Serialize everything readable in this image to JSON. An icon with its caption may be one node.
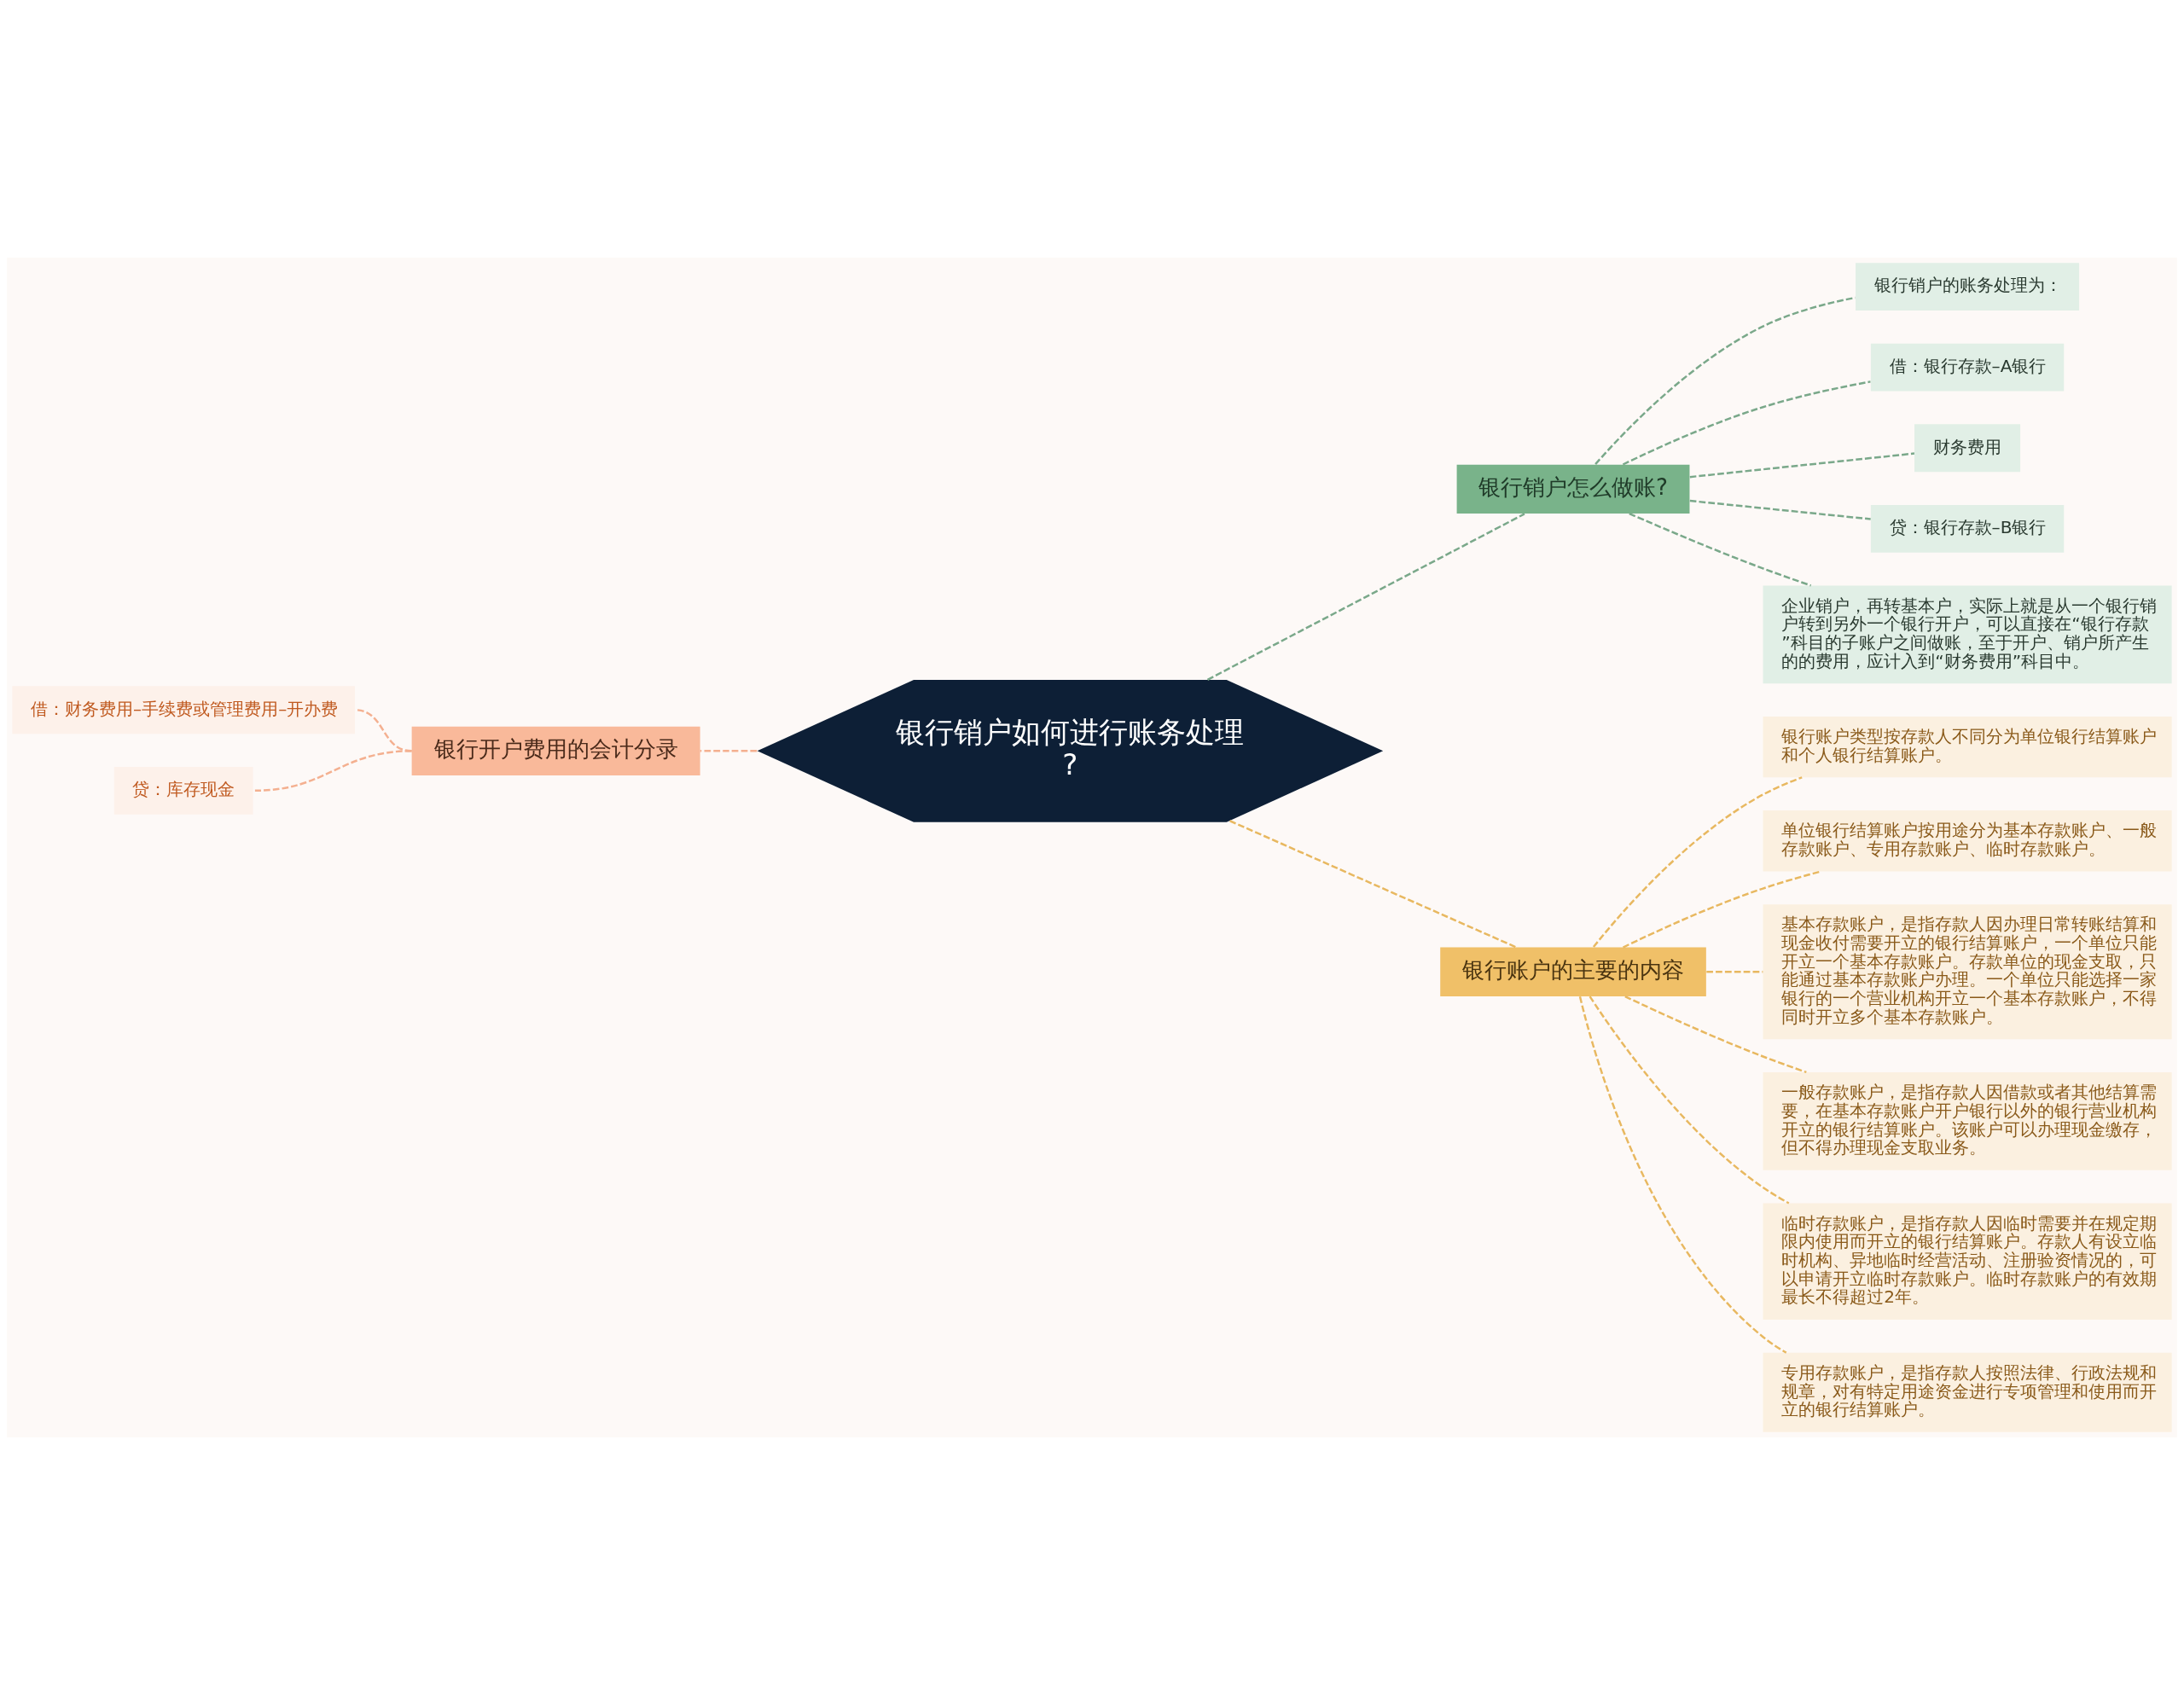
{
  "diagram": {
    "nodes": [
      {
        "text": [
          "银行销户如何进行账务处理?"
        ]
      },
      {
        "text": [
          "银行销户怎么做账?"
        ]
      },
      {
        "text": [
          "银行销户的账务处理为："
        ]
      },
      {
        "text": [
          "借：银行存款–A银行"
        ]
      },
      {
        "text": [
          "财务费用"
        ]
      },
      {
        "text": [
          "贷：银行存款–B银行"
        ]
      },
      {
        "text": [
          "企业销户，再转基本户，实际上就是从一个银行销户转到另外一个银行开户，可以直接在“银行存款”科目的子账户之间做账，至于开户、销户所产生的的费用，应计入到“财务费用”科目中。"
        ]
      },
      {
        "text": [
          "银行账户的主要的内容"
        ]
      },
      {
        "text": [
          "银行账户类型按存款人不同分为单位银行结算账户和个人银行结算账户。"
        ]
      },
      {
        "text": [
          "单位银行结算账户按用途分为基本存款账户、一般存款账户、专用存款账户、临时存款账户。"
        ]
      },
      {
        "text": [
          "基本存款账户，是指存款人因办理日常转账结算和现金收付需要开立的银行结算账户，一个单位只能开立一个基本存款账户。存款单位的现金支取，只能通过基本存款账户办理。一个单位只能选择一家银行的一个营业机构开立一个基本存款账户，不得同时开立多个基本存款账户。"
        ]
      },
      {
        "text": [
          "一般存款账户，是指存款人因借款或者其他结算需要，在基本存款账户开户银行以外的银行营业机构开立的银行结算账户。该账户可以办理现金缴存，但不得办理现金支取业务。"
        ]
      },
      {
        "text": [
          "临时存款账户，是指存款人因临时需要并在规定期限内使用而开立的银行结算账户。存款人有设立临时机构、异地临时经营活动、注册验资情况的，可以申请开立临时存款账户。临时存款账户的有效期最长不得超过2年。"
        ]
      },
      {
        "text": [
          "专用存款账户，是指存款人按照法律、行政法规和规章，对有特定用途资金进行专项管理和使用而开立的银行结算账户。"
        ]
      },
      {
        "text": [
          "银行开户费用的会计分录"
        ]
      },
      {
        "text": [
          "借：财务费用–手续费或管理费用–开办费"
        ]
      },
      {
        "text": [
          "贷：库存现金"
        ]
      }
    ],
    "edges": [
      {
        "from": 0,
        "to": 1,
        "arrow": "none",
        "style": "dashed",
        "color": "#7aa88a"
      },
      {
        "from": 1,
        "to": 2,
        "arrow": "none",
        "style": "dashed",
        "color": "#7aa88a"
      },
      {
        "from": 1,
        "to": 3,
        "arrow": "none",
        "style": "dashed",
        "color": "#7aa88a"
      },
      {
        "from": 1,
        "to": 4,
        "arrow": "none",
        "style": "dashed",
        "color": "#7aa88a"
      },
      {
        "from": 1,
        "to": 5,
        "arrow": "none",
        "style": "dashed",
        "color": "#7aa88a"
      },
      {
        "from": 1,
        "to": 6,
        "arrow": "none",
        "style": "dashed",
        "color": "#7aa88a"
      },
      {
        "from": 0,
        "to": 7,
        "arrow": "none",
        "style": "dashed",
        "color": "#e8b860"
      },
      {
        "from": 7,
        "to": 8,
        "arrow": "none",
        "style": "dashed",
        "color": "#e8b860"
      },
      {
        "from": 7,
        "to": 9,
        "arrow": "none",
        "style": "dashed",
        "color": "#e8b860"
      },
      {
        "from": 7,
        "to": 10,
        "arrow": "none",
        "style": "dashed",
        "color": "#e8b860"
      },
      {
        "from": 7,
        "to": 11,
        "arrow": "none",
        "style": "dashed",
        "color": "#e8b860"
      },
      {
        "from": 7,
        "to": 12,
        "arrow": "none",
        "style": "dashed",
        "color": "#e8b860"
      },
      {
        "from": 7,
        "to": 13,
        "arrow": "none",
        "style": "dashed",
        "color": "#e8b860"
      },
      {
        "from": 0,
        "to": 14,
        "arrow": "none",
        "style": "dashed",
        "color": "#f4b090"
      },
      {
        "from": 14,
        "to": 15,
        "arrow": "none",
        "style": "dashed",
        "color": "#f4b090"
      },
      {
        "from": 14,
        "to": 16,
        "arrow": "none",
        "style": "dashed",
        "color": "#f4b090"
      }
    ]
  }
}
